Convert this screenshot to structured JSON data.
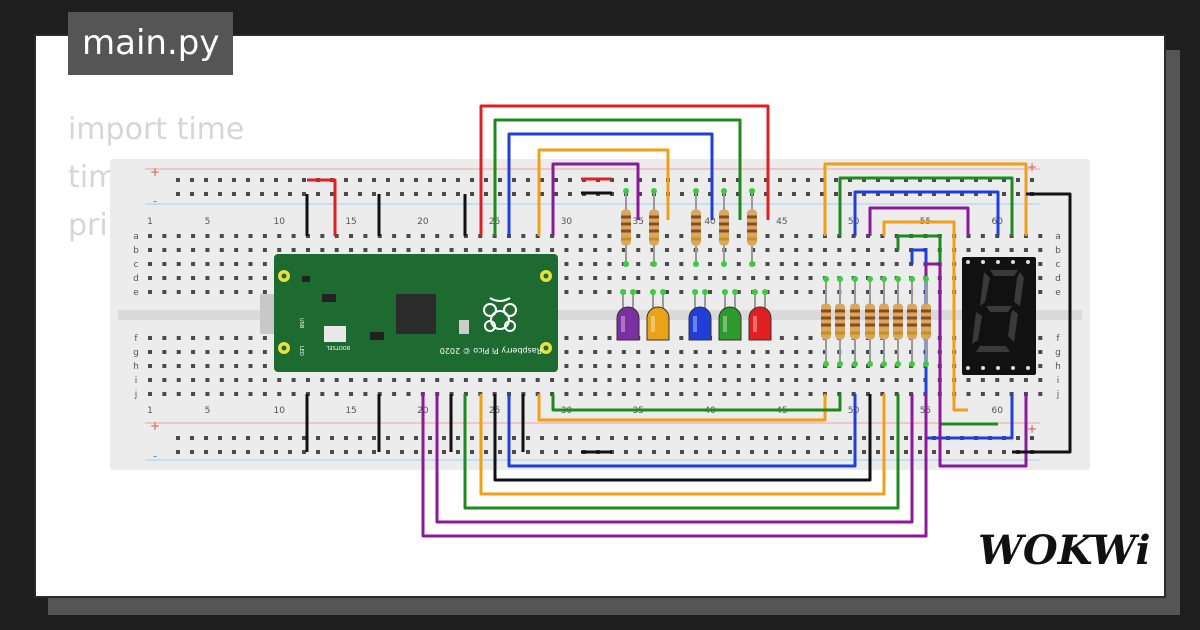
{
  "editor": {
    "file_tab": "main.py",
    "code_lines": [
      "import time",
      "tim",
      "",
      "pri"
    ]
  },
  "breadboard": {
    "column_numbers": [
      "1",
      "5",
      "10",
      "15",
      "20",
      "25",
      "30",
      "35",
      "40",
      "45",
      "50",
      "55",
      "60"
    ],
    "rows_top": [
      "a",
      "b",
      "c",
      "d",
      "e"
    ],
    "rows_bottom": [
      "f",
      "g",
      "h",
      "i",
      "j"
    ],
    "rail_plus": "+",
    "rail_minus": "-"
  },
  "pico": {
    "board_text": "Raspberry Pi Pico © 2020",
    "bootsel_label": "BOOTSEL",
    "usb_label": "USB",
    "led_label": "LED"
  },
  "leds": [
    {
      "color": "purple",
      "hex": "#7b2fa0"
    },
    {
      "color": "orange",
      "hex": "#e8a317"
    },
    {
      "color": "blue",
      "hex": "#1f3fd8"
    },
    {
      "color": "green",
      "hex": "#2e9a2e"
    },
    {
      "color": "red",
      "hex": "#e02020"
    }
  ],
  "seven_segment": {
    "digit": "8"
  },
  "brand": {
    "logo": "WOKWi"
  },
  "wire_colors": {
    "red": "#e02020",
    "green": "#1e8a1e",
    "blue": "#1f3fd8",
    "orange": "#f0a018",
    "purple": "#8a1a9a",
    "black": "#111111"
  }
}
